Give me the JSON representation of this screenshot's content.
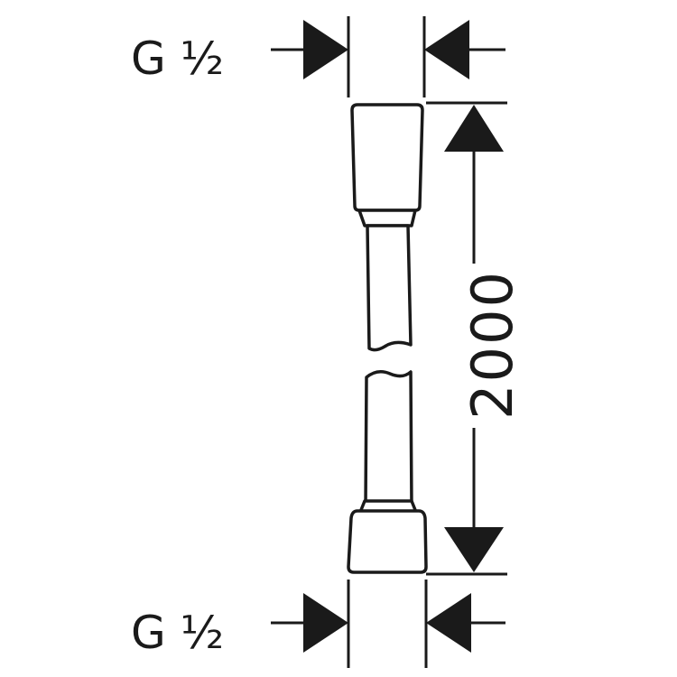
{
  "labels": {
    "top_thread": "G ½",
    "bottom_thread": "G ½",
    "length": "2000"
  },
  "colors": {
    "ink": "#1a1a1a",
    "background": "#ffffff"
  }
}
